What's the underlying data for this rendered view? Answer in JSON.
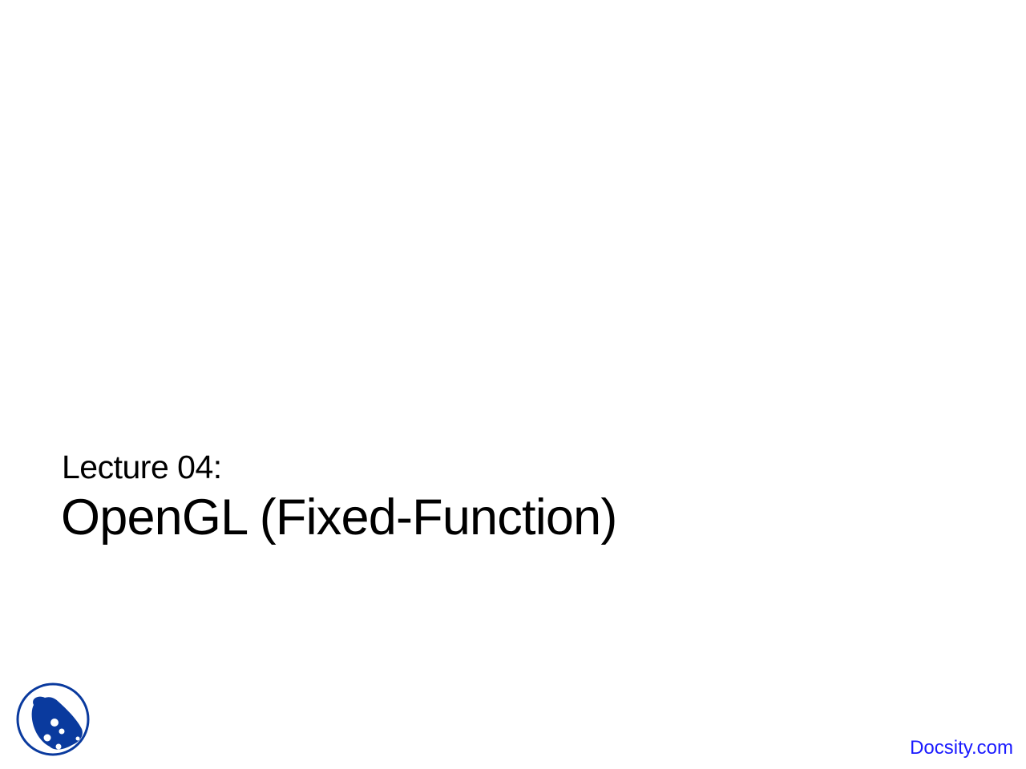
{
  "slide": {
    "subtitle": "Lecture 04:",
    "title": "OpenGL (Fixed-Function)"
  },
  "footer": {
    "logo_icon": "docsity-logo-icon",
    "brand_link": "Docsity.com",
    "brand_color": "#1a1aff",
    "logo_color": "#0a3a9e"
  }
}
